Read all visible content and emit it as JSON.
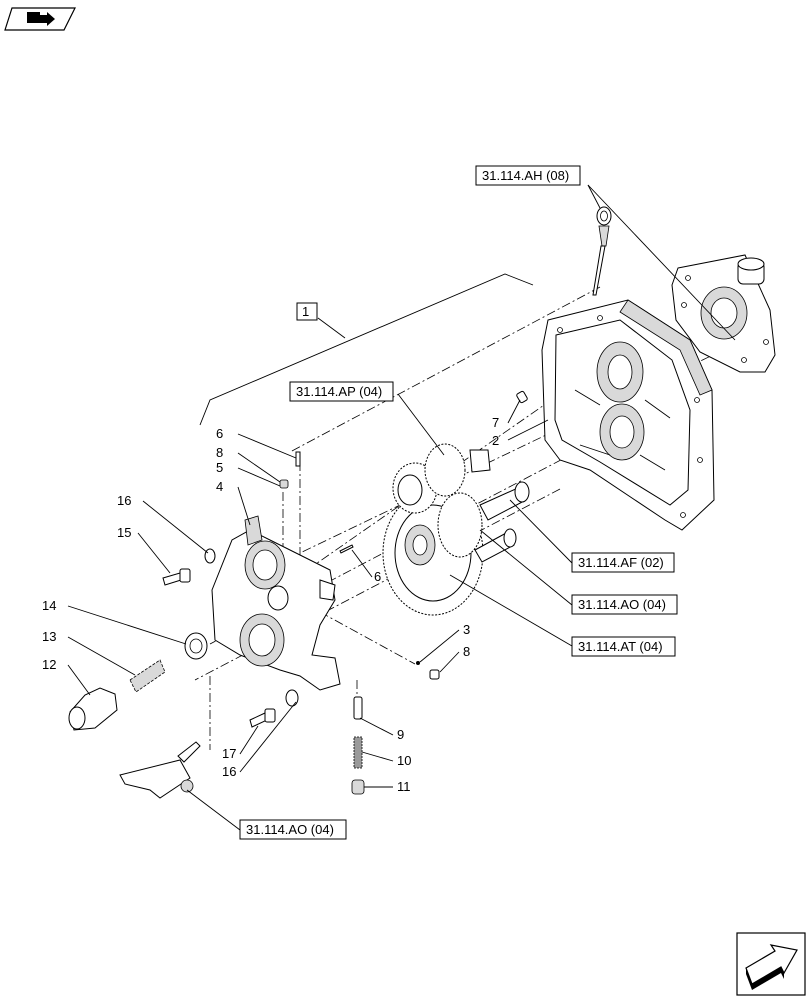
{
  "callouts": {
    "c1": "1",
    "c2": "2",
    "c3": "3",
    "c4": "4",
    "c5": "5",
    "c6a": "6",
    "c6b": "6",
    "c7": "7",
    "c8a": "8",
    "c8b": "8",
    "c9": "9",
    "c10": "10",
    "c11": "11",
    "c12": "12",
    "c13": "13",
    "c14": "14",
    "c15": "15",
    "c16a": "16",
    "c16b": "16",
    "c17": "17"
  },
  "references": {
    "ah": "31.114.AH (08)",
    "ap": "31.114.AP (04)",
    "af": "31.114.AF (02)",
    "ao_right": "31.114.AO (04)",
    "at": "31.114.AT (04)",
    "ao_bottom": "31.114.AO (04)"
  },
  "icons": {
    "top_left": "book-arrow-icon",
    "bottom_right": "next-page-arrow-icon"
  }
}
